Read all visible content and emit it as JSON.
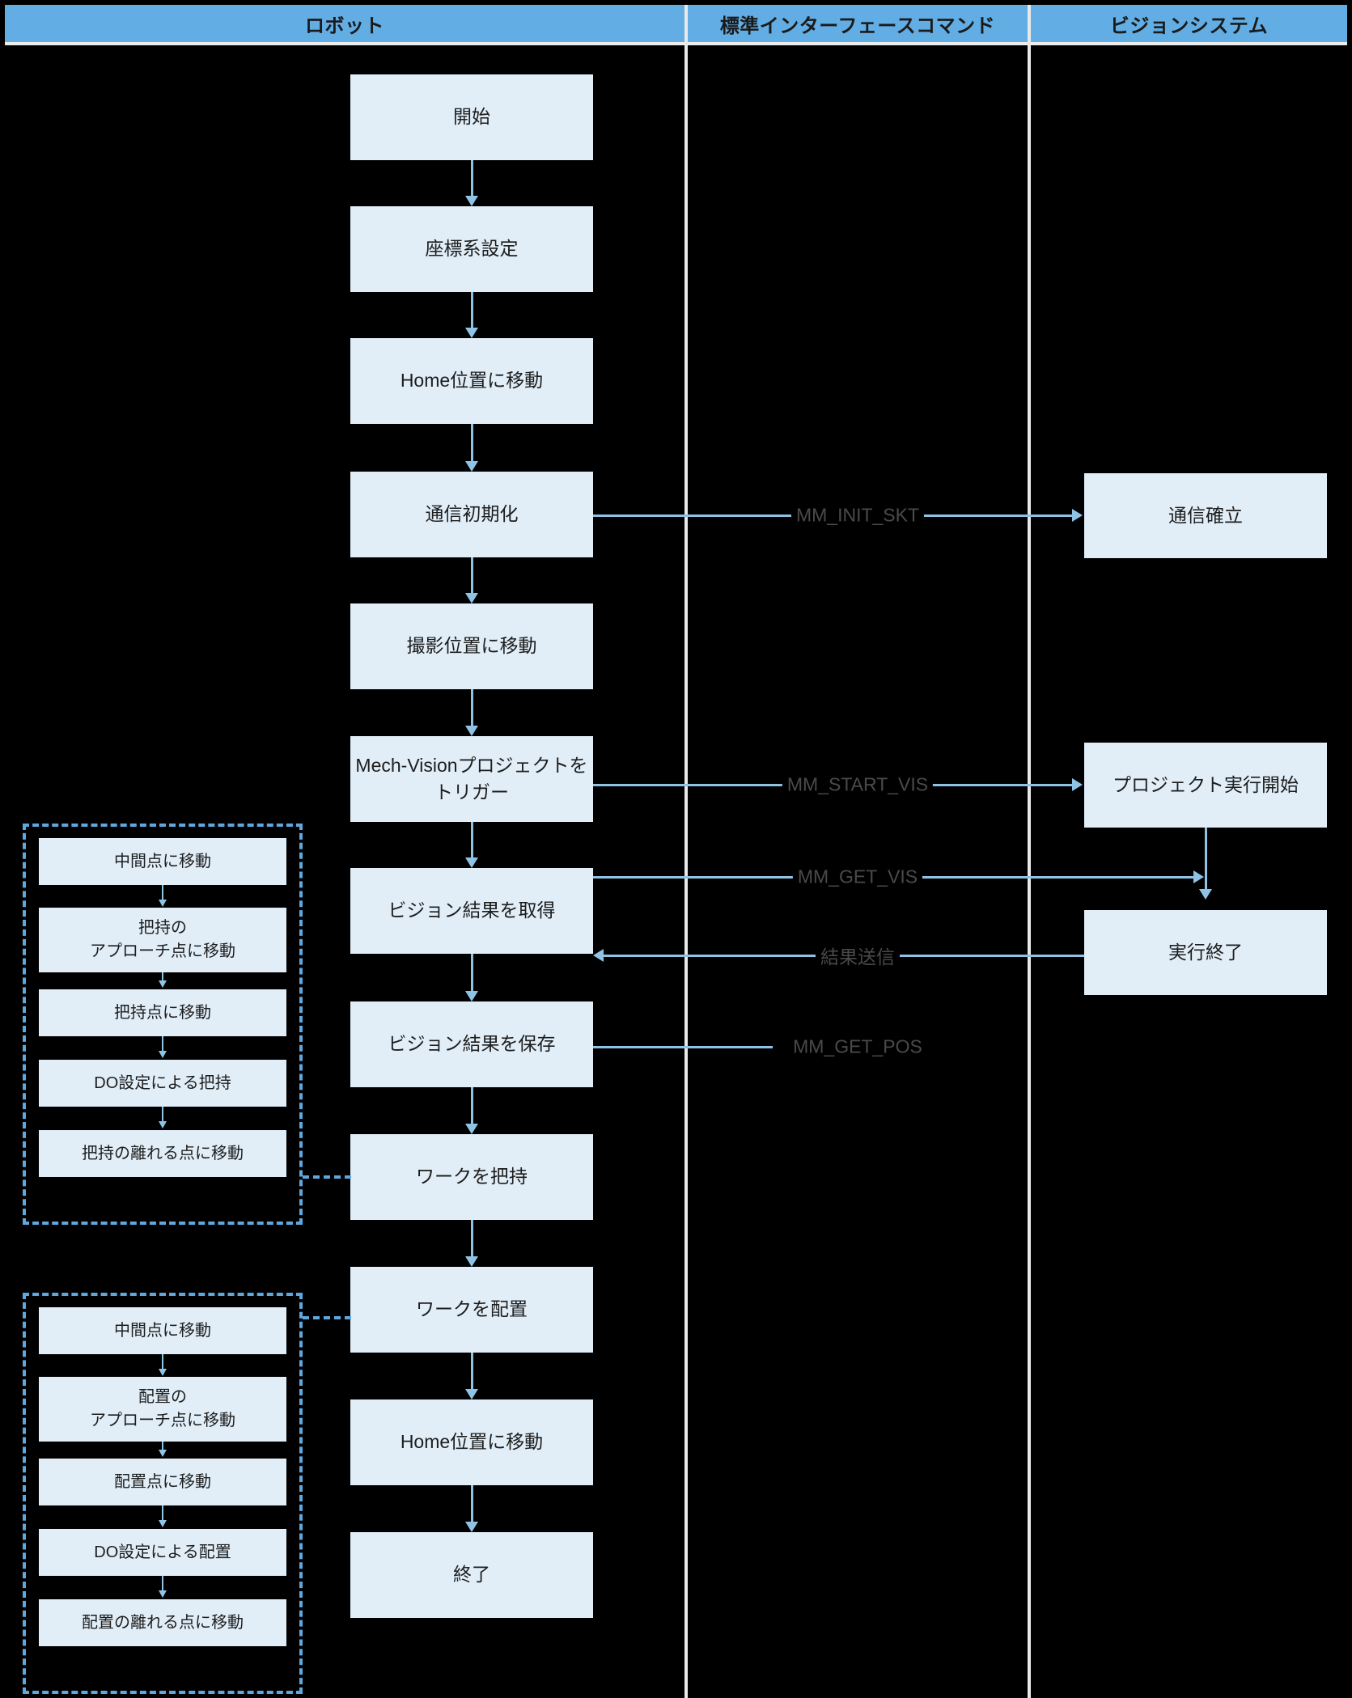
{
  "lanes": [
    {
      "id": "robot",
      "title": "ロボット"
    },
    {
      "id": "command",
      "title": "標準インターフェースコマンド"
    },
    {
      "id": "vision",
      "title": "ビジョンシステム"
    }
  ],
  "robot_flow": [
    {
      "id": "start",
      "label": "開始"
    },
    {
      "id": "set-coord",
      "label": "座標系設定"
    },
    {
      "id": "move-home-1",
      "label": "Home位置に移動"
    },
    {
      "id": "init-comm",
      "label": "通信初期化"
    },
    {
      "id": "move-capture",
      "label": "撮影位置に移動"
    },
    {
      "id": "trigger-vision",
      "label": "Mech-Visionプロジェクトをトリガー"
    },
    {
      "id": "get-vision-result",
      "label": "ビジョン結果を取得"
    },
    {
      "id": "save-vision-result",
      "label": "ビジョン結果を保存"
    },
    {
      "id": "pick-work",
      "label": "ワークを把持"
    },
    {
      "id": "place-work",
      "label": "ワークを配置"
    },
    {
      "id": "move-home-2",
      "label": "Home位置に移動"
    },
    {
      "id": "end",
      "label": "終了"
    }
  ],
  "vision_flow": [
    {
      "id": "comm-established",
      "label": "通信確立"
    },
    {
      "id": "project-start",
      "label": "プロジェクト実行開始"
    },
    {
      "id": "project-end",
      "label": "実行終了"
    }
  ],
  "messages": [
    {
      "id": "mm-init-skt",
      "label": "MM_INIT_SKT",
      "direction": "right"
    },
    {
      "id": "mm-start-vis",
      "label": "MM_START_VIS",
      "direction": "right"
    },
    {
      "id": "mm-get-vis",
      "label": "MM_GET_VIS",
      "direction": "right"
    },
    {
      "id": "result-send",
      "label": "結果送信",
      "direction": "left"
    },
    {
      "id": "mm-get-pos",
      "label": "MM_GET_POS",
      "direction": "none"
    }
  ],
  "pick_group": {
    "id": "pick-subroutine",
    "steps": [
      {
        "id": "pick-waypoint",
        "label": "中間点に移動"
      },
      {
        "id": "pick-approach",
        "label": "把持の\nアプローチ点に移動",
        "line1": "把持の",
        "line2": "アプローチ点に移動"
      },
      {
        "id": "pick-point",
        "label": "把持点に移動"
      },
      {
        "id": "pick-do",
        "label": "DO設定による把持"
      },
      {
        "id": "pick-departure",
        "label": "把持の離れる点に移動"
      }
    ]
  },
  "place_group": {
    "id": "place-subroutine",
    "steps": [
      {
        "id": "place-waypoint",
        "label": "中間点に移動"
      },
      {
        "id": "place-approach",
        "label": "配置の\nアプローチ点に移動",
        "line1": "配置の",
        "line2": "アプローチ点に移動"
      },
      {
        "id": "place-point",
        "label": "配置点に移動"
      },
      {
        "id": "place-do",
        "label": "DO設定による配置"
      },
      {
        "id": "place-departure",
        "label": "配置の離れる点に移動"
      }
    ]
  },
  "colors": {
    "lane_header": "#62ADE3",
    "node_fill": "#E1EEF8",
    "connector": "#8FC3E6",
    "group_border": "#5FA8DF",
    "label_text": "#4a4a4a",
    "background": "#000000"
  }
}
